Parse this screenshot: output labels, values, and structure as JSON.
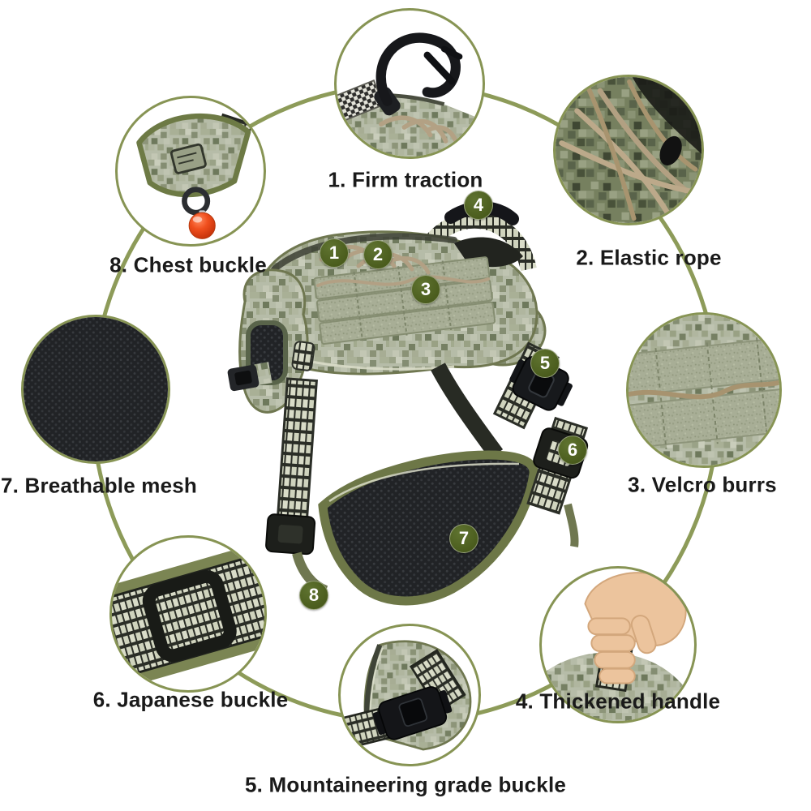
{
  "theme": {
    "bg": "#ffffff",
    "ring": "#8d9b59",
    "circle_border": "#879454",
    "badge": "#4a5c1d",
    "badge_text": "#ffffff",
    "label": "#1a1a1a"
  },
  "features": [
    {
      "badge": "1",
      "label": "1. Firm traction"
    },
    {
      "badge": "2",
      "label": "2. Elastic rope"
    },
    {
      "badge": "3",
      "label": "3. Velcro burrs"
    },
    {
      "badge": "4",
      "label": "4. Thickened handle"
    },
    {
      "badge": "5",
      "label": "5. Mountaineering grade buckle"
    },
    {
      "badge": "6",
      "label": "6. Japanese buckle"
    },
    {
      "badge": "7",
      "label": "7. Breathable mesh"
    },
    {
      "badge": "8",
      "label": "8. Chest buckle"
    }
  ]
}
